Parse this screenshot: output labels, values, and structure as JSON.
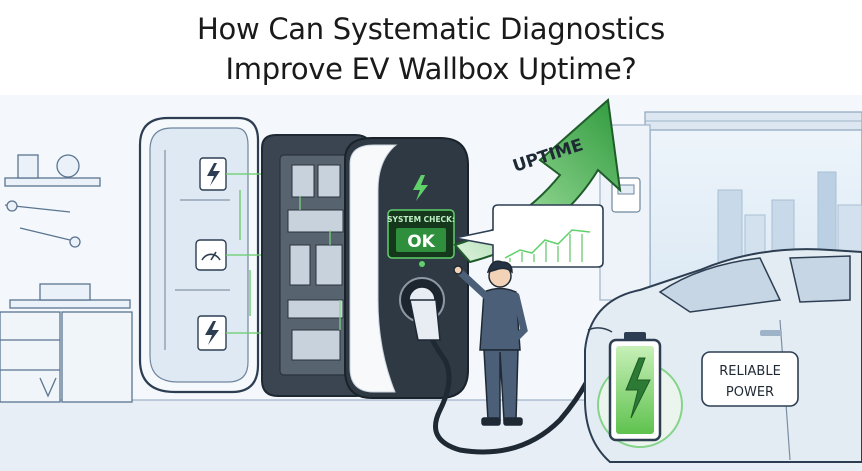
{
  "title": {
    "line1": "How Can Systematic Diagnostics",
    "line2": "Improve EV Wallbox Uptime?"
  },
  "wallbox_screen": {
    "label": "SYSTEM CHECK:",
    "status": "OK"
  },
  "arrow_label": "UPTIME",
  "car_badge": {
    "line1": "RELIABLE",
    "line2": "POWER"
  },
  "colors": {
    "accent_green": "#3ea84a",
    "screen_green": "#2f8f3c",
    "line_art": "#3d5470",
    "sky_blue": "#e9f1f8"
  }
}
